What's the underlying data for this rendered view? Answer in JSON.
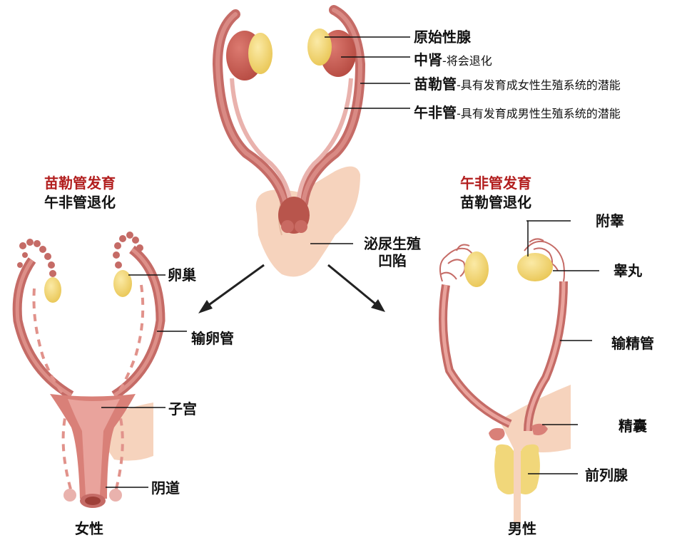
{
  "top": {
    "gonad": "原始性腺",
    "mesonephros": {
      "name": "中肾",
      "note": "-将会退化"
    },
    "mullerian": {
      "name": "苗勒管",
      "note": "-具有发育成女性生殖系统的潜能"
    },
    "wolffian": {
      "name": "午非管",
      "note": "-具有发育成男性生殖系统的潜能"
    },
    "sinus_line1": "泌尿生殖",
    "sinus_line2": "凹陷"
  },
  "female": {
    "heading_develop": "苗勒管发育",
    "heading_regress": "午非管退化",
    "ovary": "卵巢",
    "oviduct": "输卵管",
    "uterus": "子宫",
    "vagina": "阴道",
    "caption": "女性"
  },
  "male": {
    "heading_develop": "午非管发育",
    "heading_regress": "苗勒管退化",
    "epididymis": "附睾",
    "testis": "睾丸",
    "vas_deferens": "输精管",
    "seminal_vesicle": "精囊",
    "prostate": "前列腺",
    "caption": "男性"
  },
  "colors": {
    "duct": "#c56b66",
    "duct_light": "#e9b2ad",
    "gland": "#f1d77a",
    "mesonephros": "#c75a52",
    "sinus": "#f6d3bd",
    "heading_red": "#b21e1e"
  }
}
